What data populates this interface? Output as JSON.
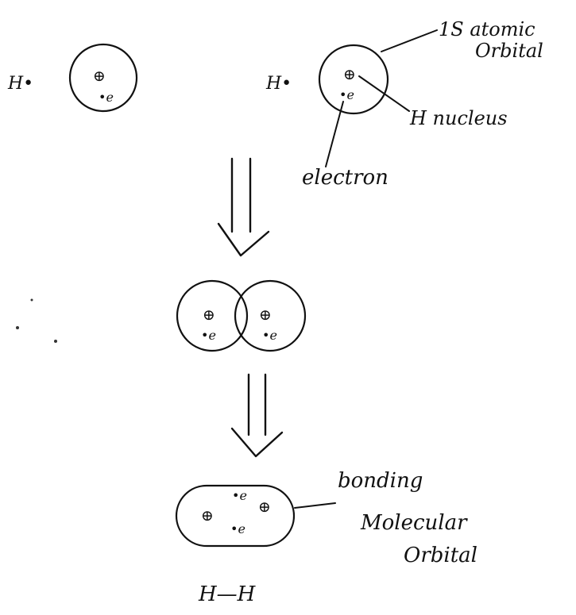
{
  "atoms": {
    "left": {
      "symbol": "H•",
      "nucleus": "⊕",
      "electron": "•e"
    },
    "right": {
      "symbol": "H•",
      "nucleus": "⊕",
      "electron": "•e"
    }
  },
  "labels": {
    "orbital_line1": "1S atomic",
    "orbital_line2": "Orbital",
    "nucleus": "H nucleus",
    "electron": "electron",
    "bonding_line1": "bonding",
    "bonding_line2": "Molecular",
    "bonding_line3": "Orbital",
    "molecule": "H—H"
  },
  "overlap": {
    "nucleus": "⊕",
    "electron": "•e"
  },
  "molecular_orbital": {
    "nucleus": "⊕",
    "electron": "•e"
  }
}
